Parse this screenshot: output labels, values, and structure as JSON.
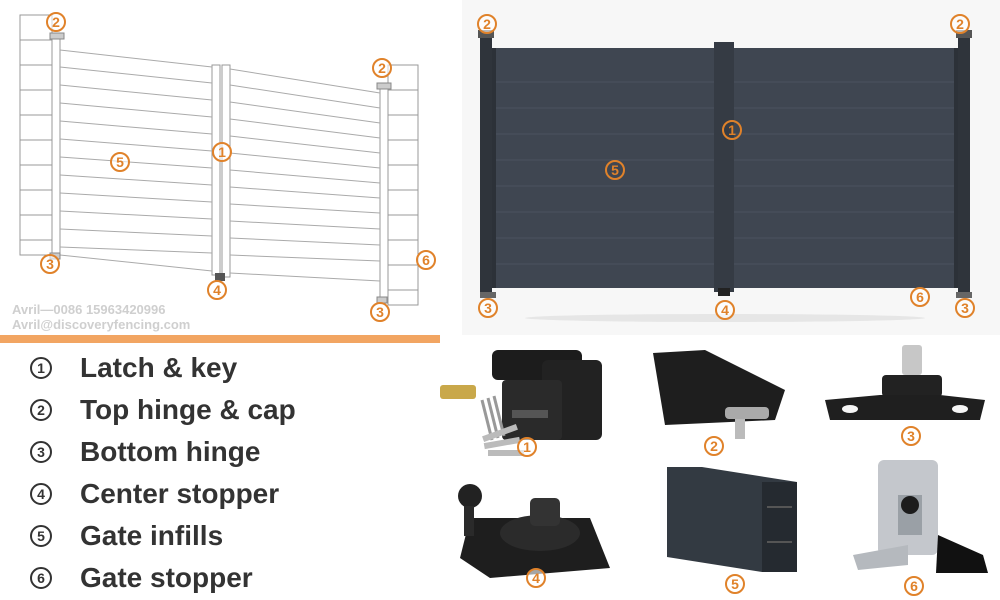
{
  "contact": {
    "phone": "Avril—0086 15963420996",
    "email": "Avril@discoveryfencing.com"
  },
  "legend": [
    {
      "num": "1",
      "label": "Latch & key"
    },
    {
      "num": "2",
      "label": "Top hinge & cap"
    },
    {
      "num": "3",
      "label": "Bottom hinge"
    },
    {
      "num": "4",
      "label": "Center stopper"
    },
    {
      "num": "5",
      "label": "Gate infills"
    },
    {
      "num": "6",
      "label": "Gate stopper"
    }
  ],
  "markers": {
    "one": "1",
    "two": "2",
    "three": "3",
    "four": "4",
    "five": "5",
    "six": "6"
  },
  "colors": {
    "accent": "#e0822a",
    "gate": "#3f4651",
    "bar": "#f2a562"
  }
}
